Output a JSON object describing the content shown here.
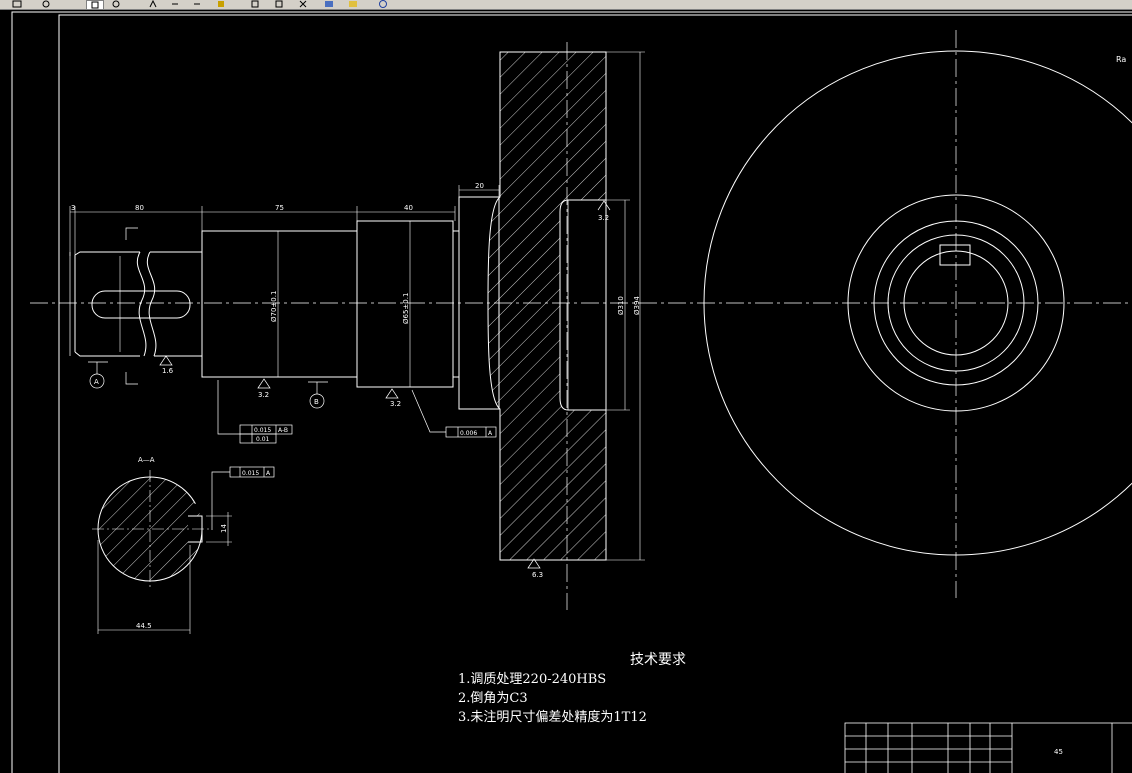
{
  "toolbar": {
    "buttons": [
      {
        "name": "tool-icon-1"
      },
      {
        "name": "zoom-realtime-icon"
      },
      {
        "name": "zoom-window-icon"
      },
      {
        "name": "zoom-previous-icon"
      },
      {
        "name": "pan-icon"
      },
      {
        "name": "undo-icon"
      },
      {
        "name": "redo-icon"
      },
      {
        "name": "match-properties-icon"
      },
      {
        "name": "paste-icon"
      },
      {
        "name": "copy-icon"
      },
      {
        "name": "cut-icon"
      },
      {
        "name": "properties-icon"
      },
      {
        "name": "design-center-icon"
      },
      {
        "name": "help-icon"
      }
    ]
  },
  "drawing": {
    "dims": {
      "d_3": "3",
      "d_80": "80",
      "d_75": "75",
      "d_40": "40",
      "d_20": "20",
      "d_44_5": "44.5",
      "d_14": "14",
      "phi_70": "Ø70±0.1",
      "phi_65": "Ø65±0.1",
      "phi_310": "Ø310",
      "phi_394": "Ø394"
    },
    "section_label": "A—A",
    "datum_a": "A",
    "datum_b": "B",
    "roughness": {
      "r1": "1.6",
      "r2": "3.2",
      "r3": "3.2",
      "r4": "3.2",
      "r5": "6.3"
    },
    "tolerance": {
      "fcf1_value": "0.015",
      "fcf1_datum": "A-B",
      "fcf2_value": "0.01",
      "fcf3_value": "0.006",
      "fcf3_datum": "A",
      "fcf4_value": "0.015",
      "fcf4_datum": "A"
    },
    "corner_text": "Ra",
    "title_block_text": "45"
  },
  "tech_req": {
    "title": "技术要求",
    "items": [
      "1.调质处理220-240HBS",
      "2.倒角为C3",
      "3.未注明尺寸偏差处精度为1T12"
    ]
  }
}
